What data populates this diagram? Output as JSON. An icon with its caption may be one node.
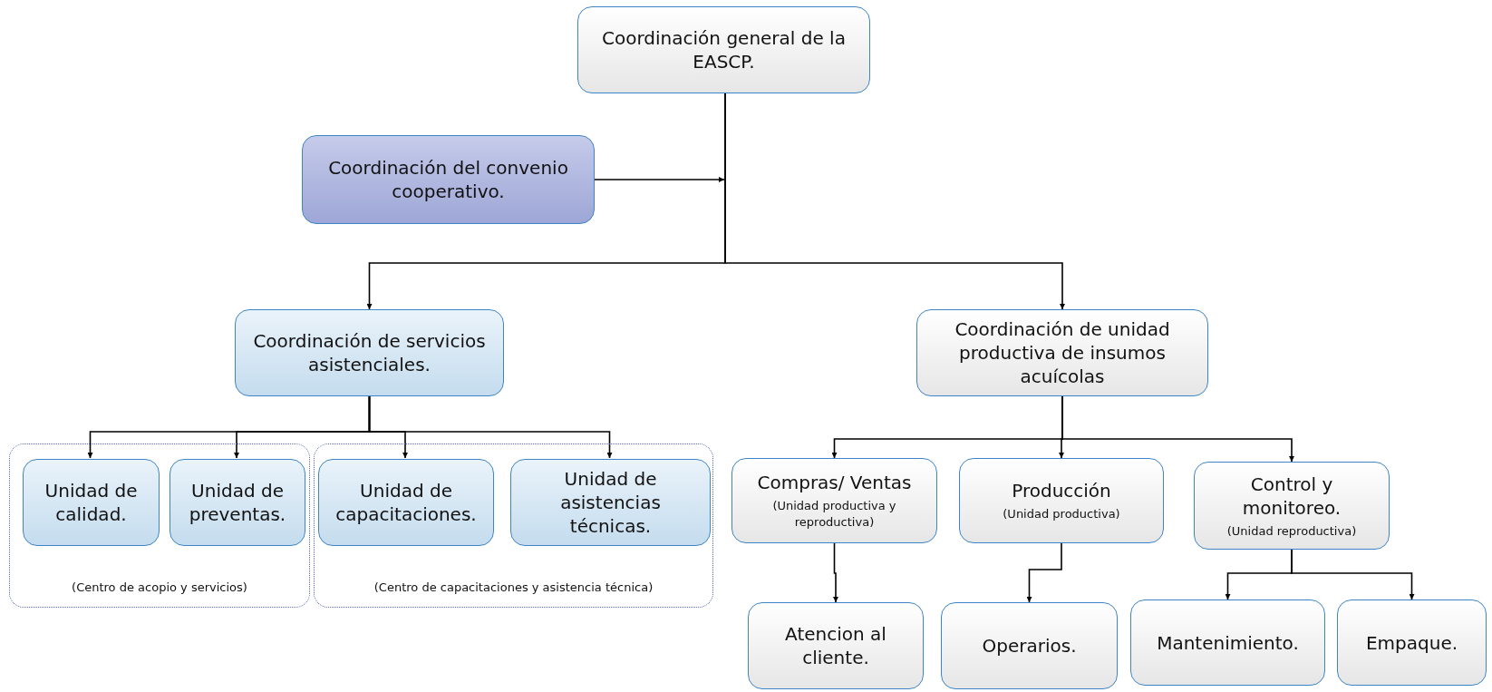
{
  "diagram": {
    "nodes": [
      {
        "text": [
          "Coordinación general de la EASCP."
        ]
      },
      {
        "text": [
          "Coordinación  del convenio cooperativo."
        ]
      },
      {
        "text": [
          "Coordinación de servicios asistenciales."
        ]
      },
      {
        "text": [
          "Coordinación de unidad productiva de insumos acuícolas"
        ]
      },
      {
        "text": [
          "(Centro de acopio y servicios)"
        ]
      },
      {
        "text": [
          "Unidad de calidad."
        ],
        "in": 4
      },
      {
        "text": [
          "Unidad de preventas."
        ],
        "in": 4
      },
      {
        "text": [
          "(Centro de capacitaciones y asistencia técnica)"
        ]
      },
      {
        "text": [
          "Unidad de capacitaciones."
        ],
        "in": 7
      },
      {
        "text": [
          "Unidad de asistencias técnicas."
        ],
        "in": 7
      },
      {
        "text": [
          "Compras/ Ventas",
          "(Unidad productiva y reproductiva)"
        ]
      },
      {
        "text": [
          "Producción",
          "(Unidad productiva)"
        ]
      },
      {
        "text": [
          "Control y monitoreo.",
          "(Unidad reproductiva)"
        ]
      },
      {
        "text": [
          "Atencion al cliente."
        ]
      },
      {
        "text": [
          "Operarios."
        ]
      },
      {
        "text": [
          "Mantenimiento."
        ]
      },
      {
        "text": [
          "Empaque."
        ]
      }
    ],
    "edges": [
      {
        "from": 0,
        "to": 2,
        "arrow": "to"
      },
      {
        "from": 0,
        "to": 3,
        "arrow": "to"
      },
      {
        "from": 1,
        "to": null,
        "arrow": "to"
      },
      {
        "from": 2,
        "to": 5,
        "arrow": "to"
      },
      {
        "from": 2,
        "to": 6,
        "arrow": "to"
      },
      {
        "from": 2,
        "to": 8,
        "arrow": "to"
      },
      {
        "from": 2,
        "to": 9,
        "arrow": "to"
      },
      {
        "from": 3,
        "to": 10,
        "arrow": "to"
      },
      {
        "from": 3,
        "to": 11,
        "arrow": "to"
      },
      {
        "from": 3,
        "to": 12,
        "arrow": "to"
      },
      {
        "from": 10,
        "to": 13,
        "arrow": "to"
      },
      {
        "from": 11,
        "to": 14,
        "arrow": "to"
      },
      {
        "from": 12,
        "to": 15,
        "arrow": "to"
      },
      {
        "from": 12,
        "to": 16,
        "arrow": "to"
      }
    ]
  }
}
